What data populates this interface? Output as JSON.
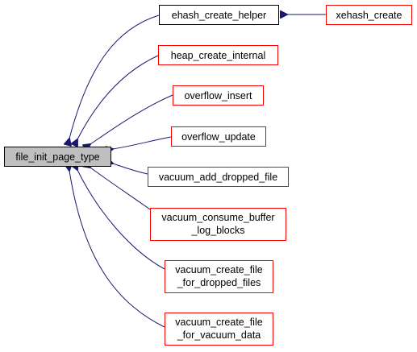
{
  "graph": {
    "root": {
      "label_lines": [
        "file_init_page_type"
      ],
      "fill": "#bfbfbf",
      "border": "#000000"
    },
    "callers": [
      {
        "id": "ehash_create_helper",
        "label_lines": [
          "ehash_create_helper"
        ],
        "border": "#000000"
      },
      {
        "id": "xehash_create",
        "label_lines": [
          "xehash_create"
        ],
        "border": "#ff0000"
      },
      {
        "id": "heap_create_internal",
        "label_lines": [
          "heap_create_internal"
        ],
        "border": "#ff0000"
      },
      {
        "id": "overflow_insert",
        "label_lines": [
          "overflow_insert"
        ],
        "border": "#ff0000"
      },
      {
        "id": "overflow_update",
        "label_lines": [
          "overflow_update"
        ],
        "border": "#ff0000"
      },
      {
        "id": "vacuum_add_dropped_file",
        "label_lines": [
          "vacuum_add_dropped_file"
        ],
        "border": "#ff0000"
      },
      {
        "id": "vacuum_consume_buffer_log_blocks",
        "label_lines": [
          "vacuum_consume_buffer",
          "_log_blocks"
        ],
        "border": "#ff0000"
      },
      {
        "id": "vacuum_create_file_for_dropped_files",
        "label_lines": [
          "vacuum_create_file",
          "_for_dropped_files"
        ],
        "border": "#ff0000"
      },
      {
        "id": "vacuum_create_file_for_vacuum_data",
        "label_lines": [
          "vacuum_create_file",
          "_for_vacuum_data"
        ],
        "border": "#ff0000"
      }
    ],
    "edges": [
      {
        "from": "ehash_create_helper",
        "to": "file_init_page_type"
      },
      {
        "from": "heap_create_internal",
        "to": "file_init_page_type"
      },
      {
        "from": "overflow_insert",
        "to": "file_init_page_type"
      },
      {
        "from": "overflow_update",
        "to": "file_init_page_type"
      },
      {
        "from": "vacuum_add_dropped_file",
        "to": "file_init_page_type"
      },
      {
        "from": "vacuum_consume_buffer_log_blocks",
        "to": "file_init_page_type"
      },
      {
        "from": "vacuum_create_file_for_dropped_files",
        "to": "file_init_page_type"
      },
      {
        "from": "vacuum_create_file_for_vacuum_data",
        "to": "file_init_page_type"
      },
      {
        "from": "xehash_create",
        "to": "ehash_create_helper"
      }
    ],
    "edge_color": "#191970"
  }
}
